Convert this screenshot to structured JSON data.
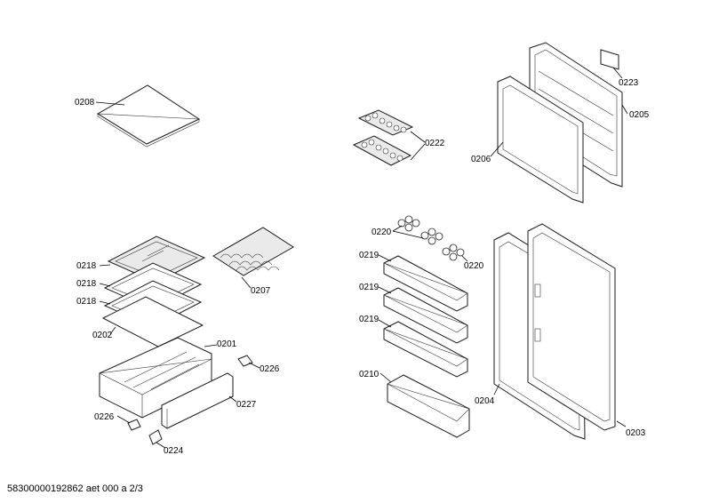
{
  "footer": "58300000192862 aet 000 a 2/3",
  "labels": {
    "l0208": "0208",
    "l0222": "0222",
    "l0223": "0223",
    "l0205": "0205",
    "l0206": "0206",
    "l0220a": "0220",
    "l0220b": "0220",
    "l0219a": "0219",
    "l0219b": "0219",
    "l0219c": "0219",
    "l0210": "0210",
    "l0204": "0204",
    "l0203": "0203",
    "l0218a": "0218",
    "l0218b": "0218",
    "l0218c": "0218",
    "l0202": "0202",
    "l0201": "0201",
    "l0207": "0207",
    "l0226a": "0226",
    "l0226b": "0226",
    "l0227": "0227",
    "l0224": "0224"
  }
}
